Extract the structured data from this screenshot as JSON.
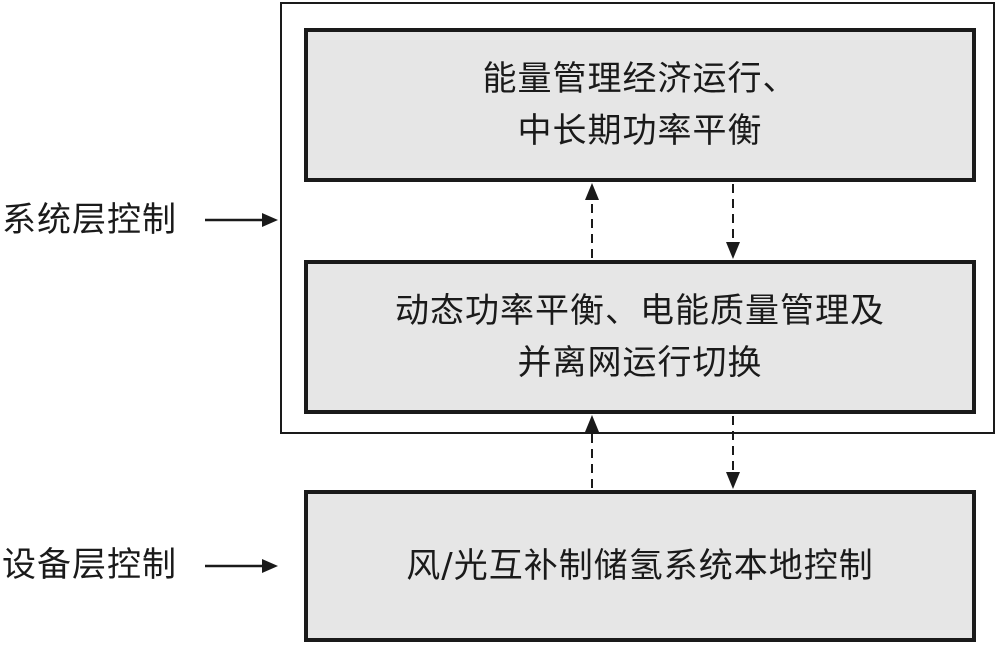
{
  "levels": {
    "system": "系统层控制",
    "device": "设备层控制"
  },
  "blocks": {
    "top": {
      "line1": "能量管理经济运行、",
      "line2": "中长期功率平衡"
    },
    "middle": {
      "line1": "动态功率平衡、电能质量管理及",
      "line2": "并离网运行切换"
    },
    "bottom": {
      "line1": "风/光互补制储氢系统本地控制"
    }
  },
  "colors": {
    "block_fill": "#e6e6e6",
    "stroke": "#1a1a1a"
  }
}
